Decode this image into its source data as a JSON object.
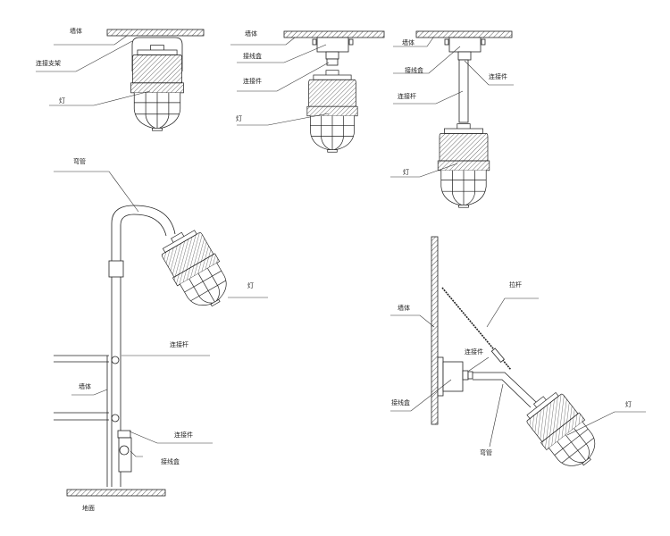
{
  "title": "防爆灯安装示意图",
  "labels": {
    "wall": "墙体",
    "bracket": "连接支架",
    "lamp": "灯",
    "junction_box": "接线盒",
    "connector": "连接件",
    "connecting_rod": "连接杆",
    "bent_pipe": "弯管",
    "pull_rod": "拉杆",
    "ground": "地面"
  }
}
